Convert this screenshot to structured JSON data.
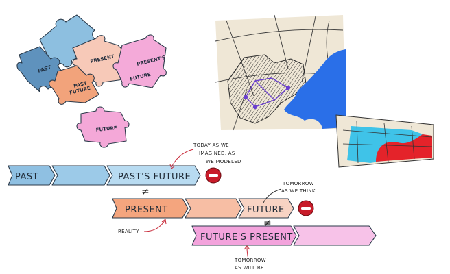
{
  "puzzle": {
    "past": "PAST",
    "present": "PRESENT",
    "presents": "PRESENT'S",
    "future": "FUTURE",
    "past_future_1": "PAST",
    "past_future_2": "FUTURE",
    "separate_future": "FUTURE"
  },
  "timeline": {
    "row1": {
      "past": "PAST",
      "pasts_future": "PAST'S FUTURE"
    },
    "row2": {
      "present": "PRESENT",
      "future": "FUTURE"
    },
    "row3": {
      "futures_present": "FUTURE'S PRESENT"
    },
    "neq_symbol": "≠"
  },
  "annotations": {
    "today": [
      "TODAY AS WE",
      "IMAGINED, AS",
      "WE MODELED"
    ],
    "tomorrow_think": [
      "TOMORROW",
      "AS WE THINK"
    ],
    "reality": "REALITY",
    "tomorrow_be": [
      "TOMORROW",
      "AS WILL BE"
    ]
  },
  "colors": {
    "puzzle_blue": "#86b6d8",
    "puzzle_blue_dark": "#5d8fb8",
    "puzzle_orange": "#f0a27a",
    "puzzle_peach": "#f7c7b6",
    "puzzle_pink": "#f3a8d6",
    "arrow_blue": "#8fc0e2",
    "arrow_blue_light": "#b8dbf1",
    "arrow_orange": "#f4a57e",
    "arrow_peach": "#f8cbb8",
    "arrow_pink": "#f3a3dc",
    "stop_red": "#c81c2a",
    "water_blue": "#2a6fe8",
    "map_bg": "#efe7d6"
  }
}
